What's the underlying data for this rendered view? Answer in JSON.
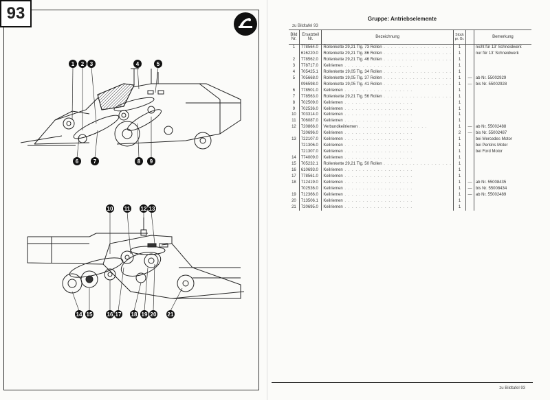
{
  "left_page": {
    "page_number": "93",
    "logo_icon": "fahr-logo-icon",
    "top_callouts": [
      "1",
      "2",
      "3",
      "4",
      "5",
      "6",
      "7",
      "8",
      "9"
    ],
    "bottom_callouts": [
      "10",
      "11",
      "12",
      "13",
      "14",
      "15",
      "16",
      "17",
      "18",
      "19",
      "20",
      "21"
    ]
  },
  "right_page": {
    "reference": "zu Bildtafel 93",
    "group_title": "Gruppe: Antriebselemente",
    "headers": {
      "bild": "Bild\nNr.",
      "ersatzteil": "Ersatzteil\nNr.",
      "bezeichnung": "Bezeichnung",
      "stueck": "Stück\npr. Gr.",
      "bemerkung": "Bemerkung"
    },
    "rows": [
      {
        "bild": "1",
        "nr": "778564.0",
        "desc": "Rollenkette 29,21 Tlg. 73 Rollen",
        "qty": "1",
        "dash": "",
        "note": "nicht für 13' Schneidwerk"
      },
      {
        "bild": "",
        "nr": "616220.0",
        "desc": "Rollenkette 29,21 Tlg. 86 Rollen",
        "qty": "1",
        "dash": "",
        "note": "nur für 13' Schneidwerk"
      },
      {
        "bild": "2",
        "nr": "778562.0",
        "desc": "Rollenkette 29,21 Tlg. 46 Rollen",
        "qty": "1",
        "dash": "",
        "note": ""
      },
      {
        "bild": "3",
        "nr": "778717.0",
        "desc": "Keilriemen",
        "qty": "1",
        "dash": "",
        "note": ""
      },
      {
        "bild": "4",
        "nr": "705425.1",
        "desc": "Rollenkette 19,05 Tlg. 34 Rollen",
        "qty": "1",
        "dash": "",
        "note": ""
      },
      {
        "bild": "5",
        "nr": "705668.0",
        "desc": "Rollenkette 19,05 Tlg. 37 Rollen",
        "qty": "1",
        "dash": "—",
        "note": "ab Nr. 55002929"
      },
      {
        "bild": "",
        "nr": "096598.0",
        "desc": "Rollenkette 19,05 Tlg. 41 Rollen",
        "qty": "1",
        "dash": "—",
        "note": "bis Nr. 55002928"
      },
      {
        "bild": "6",
        "nr": "778501.0",
        "desc": "Keilriemen",
        "qty": "1",
        "dash": "",
        "note": ""
      },
      {
        "bild": "7",
        "nr": "778563.0",
        "desc": "Rollenkette 29,21 Tlg. 56 Rollen",
        "qty": "1",
        "dash": "",
        "note": ""
      },
      {
        "bild": "8",
        "nr": "702509.0",
        "desc": "Keilriemen",
        "qty": "1",
        "dash": "",
        "note": ""
      },
      {
        "bild": "9",
        "nr": "702536.0",
        "desc": "Keilriemen",
        "qty": "1",
        "dash": "",
        "note": ""
      },
      {
        "bild": "10",
        "nr": "703314.0",
        "desc": "Keilriemen",
        "qty": "1",
        "dash": "",
        "note": ""
      },
      {
        "bild": "11",
        "nr": "706087.0",
        "desc": "Keilriemen",
        "qty": "1",
        "dash": "",
        "note": ""
      },
      {
        "bild": "12",
        "nr": "720866.0",
        "desc": "Verbundkeilriemen",
        "qty": "1",
        "dash": "—",
        "note": "ab Nr. 55002488"
      },
      {
        "bild": "",
        "nr": "720696.0",
        "desc": "Keilriemen",
        "qty": "2",
        "dash": "—",
        "note": "bis Nr. 55002487"
      },
      {
        "bild": "13",
        "nr": "722107.0",
        "desc": "Keilriemen",
        "qty": "1",
        "dash": "",
        "note": "bei Mercedes Motor"
      },
      {
        "bild": "",
        "nr": "721306.0",
        "desc": "Keilriemen",
        "qty": "1",
        "dash": "",
        "note": "bei Perkins Motor"
      },
      {
        "bild": "",
        "nr": "721307.0",
        "desc": "Keilriemen",
        "qty": "1",
        "dash": "",
        "note": "bei Ford Motor"
      },
      {
        "bild": "14",
        "nr": "774009.0",
        "desc": "Keilriemen",
        "qty": "1",
        "dash": "",
        "note": ""
      },
      {
        "bild": "15",
        "nr": "705232.1",
        "desc": "Rollenkette 29,21 Tlg. 50 Rollen",
        "qty": "1",
        "dash": "",
        "note": ""
      },
      {
        "bild": "16",
        "nr": "610693.0",
        "desc": "Keilriemen",
        "qty": "1",
        "dash": "",
        "note": ""
      },
      {
        "bild": "17",
        "nr": "778561.0",
        "desc": "Keilriemen",
        "qty": "1",
        "dash": "",
        "note": ""
      },
      {
        "bild": "18",
        "nr": "712419.0",
        "desc": "Keilriemen",
        "qty": "1",
        "dash": "—",
        "note": "ab Nr. 55008435"
      },
      {
        "bild": "",
        "nr": "702536.0",
        "desc": "Keilriemen",
        "qty": "1",
        "dash": "—",
        "note": "bis Nr. 55008434"
      },
      {
        "bild": "19",
        "nr": "712366.0",
        "desc": "Keilriemen",
        "qty": "1",
        "dash": "—",
        "note": "ab Nr. 55002489"
      },
      {
        "bild": "20",
        "nr": "713506.1",
        "desc": "Keilriemen",
        "qty": "1",
        "dash": "",
        "note": ""
      },
      {
        "bild": "21",
        "nr": "720695.0",
        "desc": "Keilriemen",
        "qty": "1",
        "dash": "",
        "note": ""
      }
    ],
    "footer": "zu Bildtafel 93"
  }
}
